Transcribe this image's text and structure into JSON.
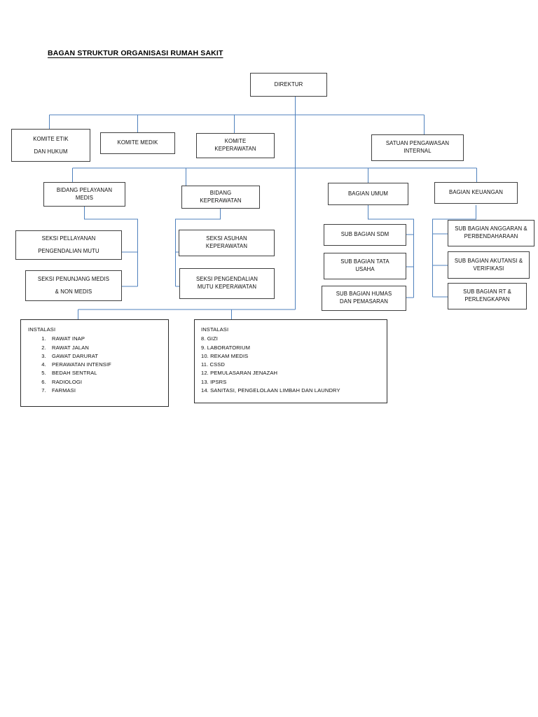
{
  "document": {
    "title": "BAGAN STRUKTUR ORGANISASI RUMAH SAKIT",
    "line_color": "#4f81bd",
    "box_border_color": "#3f3f3f",
    "background": "#ffffff"
  },
  "nodes": {
    "direktur": {
      "line1": "DIREKTUR"
    },
    "komite_etik": {
      "line1": "KOMITE ETIK",
      "line2": "DAN HUKUM"
    },
    "komite_medik": {
      "line1": "KOMITE MEDIK"
    },
    "komite_keperawatan": {
      "line1": "KOMITE",
      "line2": "KEPERAWATAN"
    },
    "satuan_pengawasan": {
      "line1": "SATUAN PENGAWASAN",
      "line2": "INTERNAL"
    },
    "bidang_pelayanan_medis": {
      "line1": "BIDANG PELAYANAN",
      "line2": "MEDIS"
    },
    "bidang_keperawatan": {
      "line1": "BIDANG",
      "line2": "KEPERAWATAN"
    },
    "bagian_umum": {
      "line1": "BAGIAN UMUM"
    },
    "bagian_keuangan": {
      "line1": "BAGIAN KEUANGAN"
    },
    "seksi_pellayanan": {
      "line1": "SEKSI PELLAYANAN",
      "line2": "PENGENDALIAN MUTU"
    },
    "seksi_penunjang_medis": {
      "line1": "SEKSI PENUNJANG MEDIS",
      "line2": "& NON MEDIS"
    },
    "seksi_asuhan_keperawatan": {
      "line1": "SEKSI ASUHAN",
      "line2": "KEPERAWATAN"
    },
    "seksi_pengendalian_mutu_keperawatan": {
      "line1": "SEKSI PENGENDALIAN",
      "line2": "MUTU KEPERAWATAN"
    },
    "sub_bagian_sdm": {
      "line1": "SUB BAGIAN SDM"
    },
    "sub_bagian_tata_usaha": {
      "line1": "SUB BAGIAN TATA",
      "line2": "USAHA"
    },
    "sub_bagian_humas": {
      "line1": "SUB BAGIAN HUMAS",
      "line2": "DAN PEMASARAN"
    },
    "sub_bagian_anggaran": {
      "line1": "SUB BAGIAN ANGGARAN &",
      "line2": "PERBENDAHARAAN"
    },
    "sub_bagian_akutansi": {
      "line1": "SUB BAGIAN AKUTANSI &",
      "line2": "VERIFIKASI"
    },
    "sub_bagian_rt": {
      "line1": "SUB BAGIAN RT &",
      "line2": "PERLENGKAPAN"
    }
  },
  "instalasi_left": {
    "heading": "INSTALASI",
    "items": [
      "RAWAT INAP",
      "RAWAT JALAN",
      "GAWAT DARURAT",
      "PERAWATAN INTENSIF",
      "BEDAH SENTRAL",
      "RADIOLOGI",
      "FARMASI"
    ]
  },
  "instalasi_right": {
    "heading": "INSTALASI",
    "items": [
      "8. GIZI",
      "9. LABORATORIUM",
      "10. REKAM MEDIS",
      "11. CSSD",
      "12. PEMULASARAN JENAZAH",
      "13. IPSRS",
      "14. SANITASI, PENGELOLAAN LIMBAH DAN LAUNDRY"
    ]
  }
}
